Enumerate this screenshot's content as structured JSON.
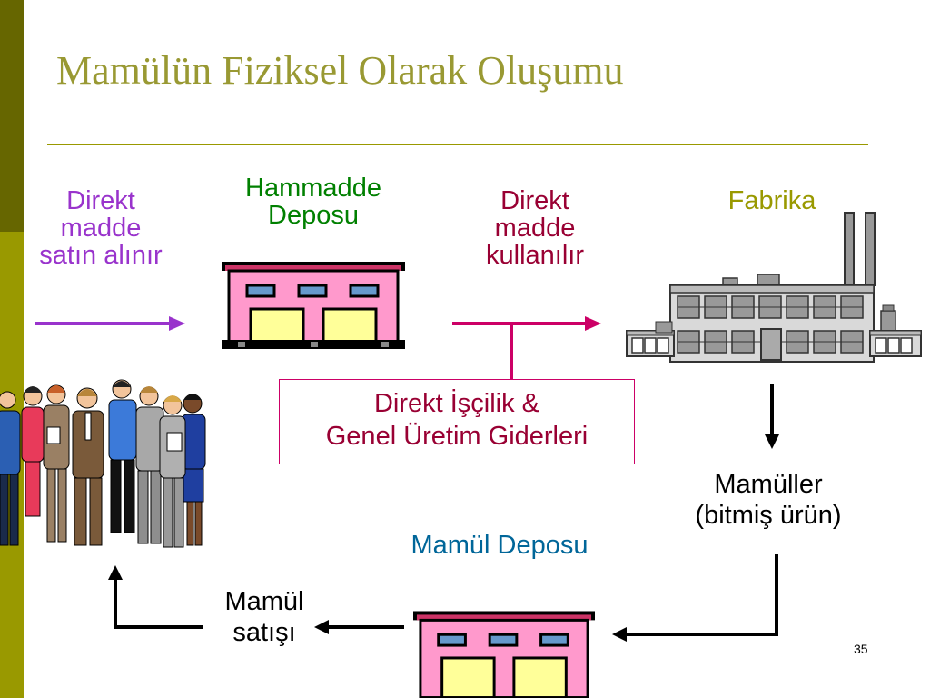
{
  "title": "Mamülün Fiziksel Olarak Oluşumu",
  "labels": {
    "direkt_madde_satin": "Direkt\nmadde\nsatın alınır",
    "hammadde_deposu": "Hammadde\nDeposu",
    "direkt_madde_kullanilir": "Direkt\nmadde\nkullanılır",
    "fabrika": "Fabrika",
    "iscilik_box": "Direkt İşçilik &\nGenel Üretim Giderleri",
    "mamuller": "Mamüller\n(bitmiş ürün)",
    "mamul_deposu": "Mamül Deposu",
    "mamul_satisi": "Mamül\nsatışı"
  },
  "page_number": "35",
  "colors": {
    "title": "#999933",
    "sidebar_dark": "#666600",
    "sidebar_light": "#999900",
    "purple": "#9933cc",
    "magenta": "#cc0066",
    "green": "#008000",
    "teal": "#006699",
    "olive": "#999900"
  },
  "icons": [
    "warehouse-icon",
    "factory-icon",
    "people-group-icon"
  ]
}
